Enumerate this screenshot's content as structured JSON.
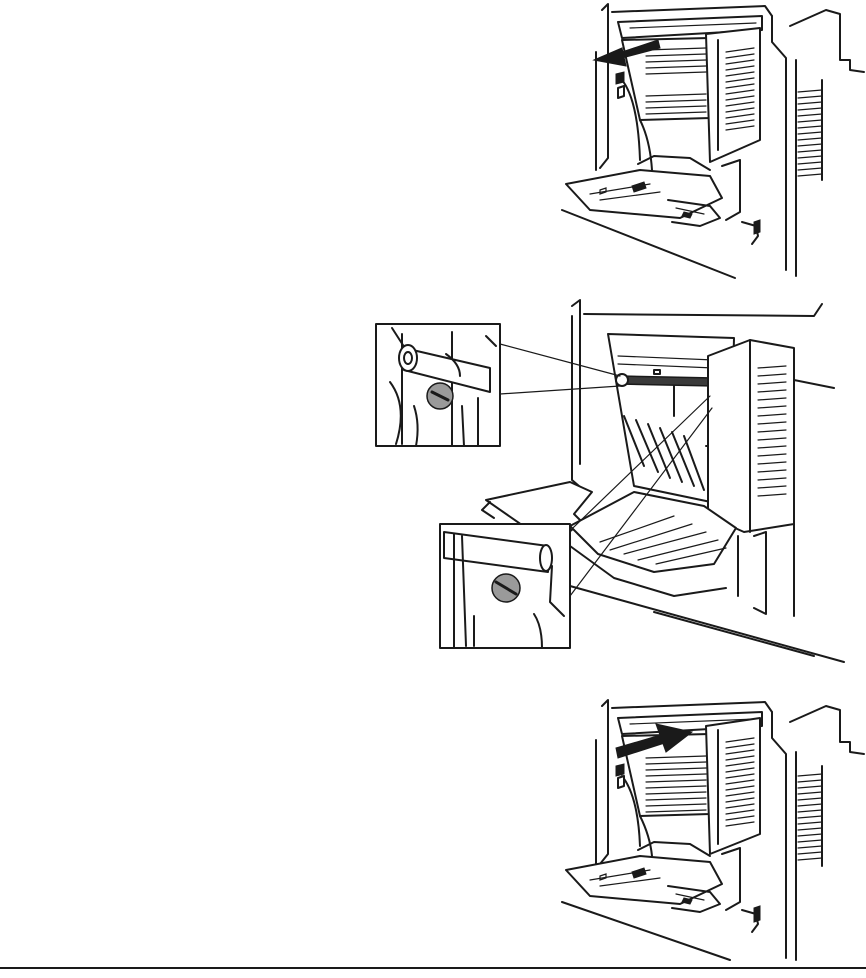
{
  "document": {
    "figures": [
      {
        "name": "printer-cover-open-arrow-out",
        "arrow_direction": "left"
      },
      {
        "name": "printer-inner-rollers-detail",
        "callouts": 2
      },
      {
        "name": "printer-cover-close-arrow-in",
        "arrow_direction": "right"
      }
    ]
  }
}
